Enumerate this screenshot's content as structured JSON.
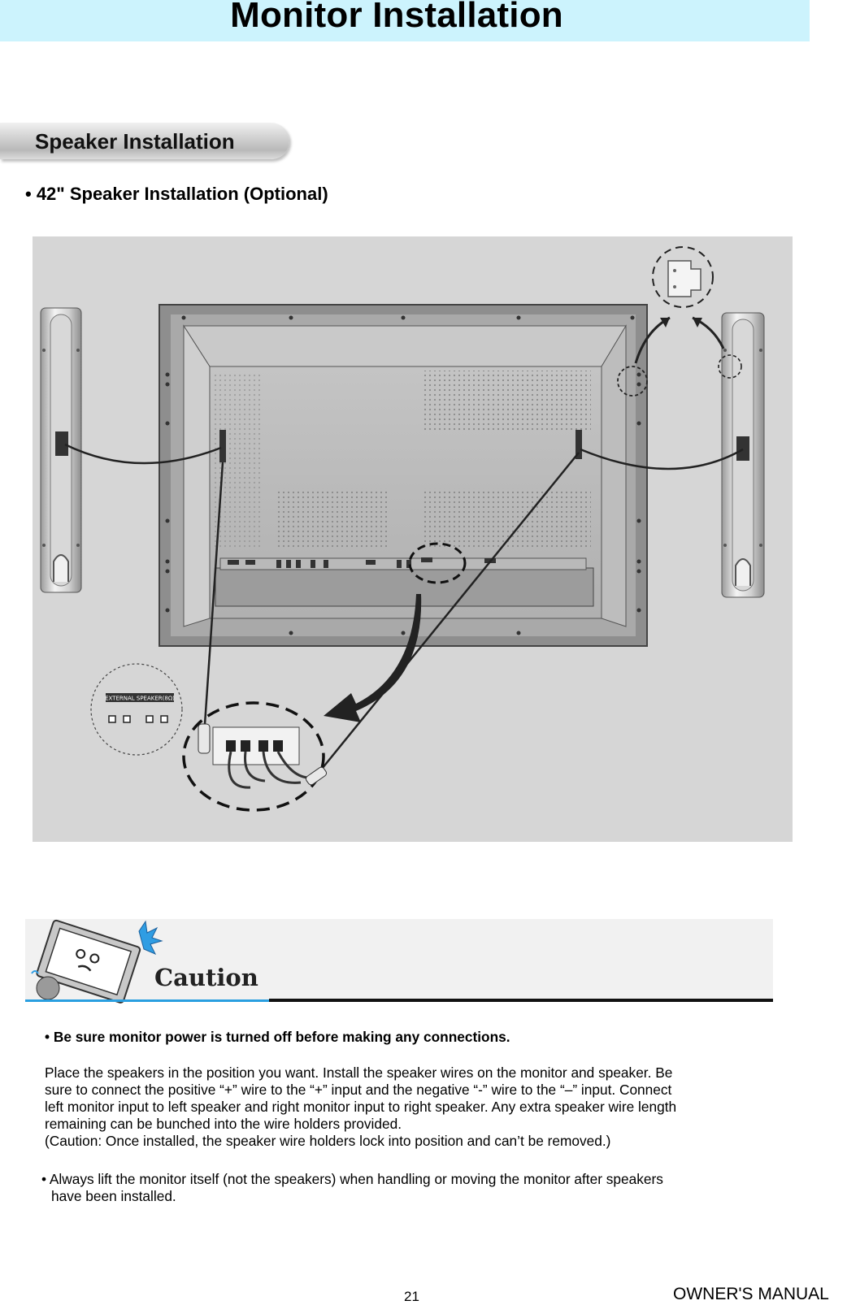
{
  "page": {
    "title": "Monitor Installation",
    "section_tab": "Speaker Installation",
    "subheading": "• 42\" Speaker Installation (Optional)"
  },
  "figure": {
    "callout_label": "EXTERNAL SPEAKER(8Ω)"
  },
  "caution": {
    "heading": "Caution",
    "bold_bullet": "• Be sure monitor power is turned off before making any connections.",
    "paragraph_lines": [
      "Place the speakers in the position you want. Install the speaker wires on the monitor and speaker. Be",
      "sure to connect the positive “+” wire to the “+” input and the negative “-” wire to the “–” input. Connect",
      "left monitor input to left speaker and right monitor input to right speaker. Any extra speaker wire length",
      "remaining can be bunched into the wire holders provided.",
      "(Caution: Once installed, the speaker wire holders lock into position and can’t be removed.)"
    ],
    "bullet_lines": [
      "• Always lift the monitor itself (not the speakers) when handling or moving the monitor after speakers",
      "have been installed."
    ]
  },
  "footer": {
    "page_number": "21",
    "manual_label": "OWNER'S MANUAL"
  }
}
